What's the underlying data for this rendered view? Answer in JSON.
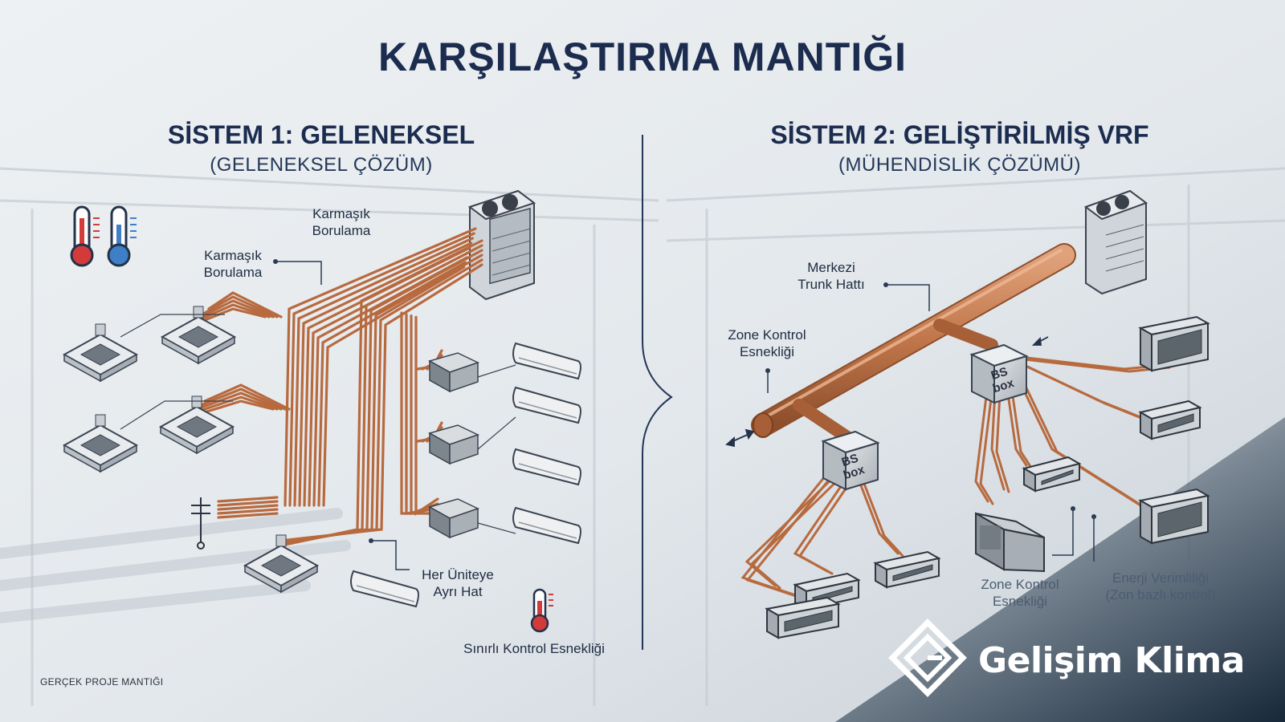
{
  "title": "KARŞILAŞTIRMA MANTIĞI",
  "system1": {
    "heading": "SİSTEM 1: GELENEKSEL",
    "subheading": "(GELENEKSEL ÇÖZÜM)",
    "label_piping_top": [
      "Karmaşık",
      "Borulama"
    ],
    "label_piping_left": [
      "Karmaşık",
      "Borulama"
    ],
    "label_separate_line": [
      "Her Üniteye",
      "Ayrı Hat"
    ],
    "label_limited_control": "Sınırlı Kontrol Esnekliği",
    "footnote": "GERÇEK PROJE MANTIĞI"
  },
  "system2": {
    "heading": "SİSTEM 2: GELİŞTİRİLMİŞ VRF",
    "subheading": "(MÜHENDİSLİK ÇÖZÜMÜ)",
    "label_trunk": [
      "Merkezi",
      "Trunk Hattı"
    ],
    "label_zone_top": [
      "Zone Kontrol",
      "Esnekliği"
    ],
    "label_zone_bottom": [
      "Zone Kontrol",
      "Esnekliği"
    ],
    "label_energy": [
      "Enerji Verimliliği",
      "(Zon bazlı kontrol)"
    ],
    "bs_box_text": [
      "BS",
      "box"
    ]
  },
  "brand": {
    "name": "Gelişim Klima"
  },
  "colors": {
    "navy": "#1b2c4f",
    "copper": "#b86a3f",
    "copper_light": "#d99470",
    "dark_panel": "#1f3142"
  }
}
